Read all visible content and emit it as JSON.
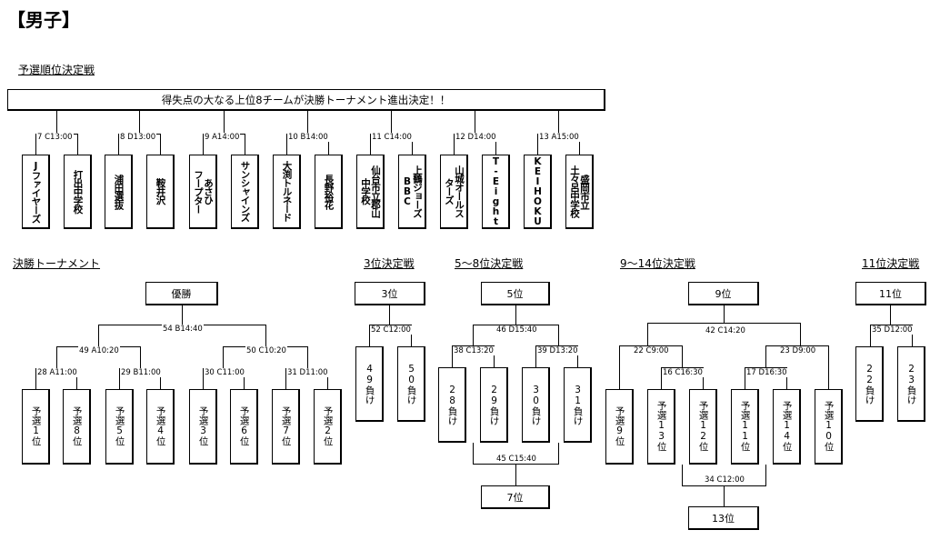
{
  "title": "【男子】",
  "prelim": {
    "heading": "予選順位決定戦",
    "banner": "得失点の大なる上位8チームが決勝トーナメント進出決定！！",
    "matches": [
      {
        "label": "7 C13:00",
        "teams": [
          "Jファイヤーズ",
          "打出中学校"
        ]
      },
      {
        "label": "8 D13:00",
        "teams": [
          "浦田選抜",
          "鞍井沢"
        ]
      },
      {
        "label": "9 A14:00",
        "teams": [
          "あさひ\nフープター",
          "サンシャインズ"
        ]
      },
      {
        "label": "10 B14:00",
        "teams": [
          "大渕トルネード",
          "長野裕花"
        ]
      },
      {
        "label": "11 C14:00",
        "teams": [
          "仙台市立郡山\n中学校",
          "上鶴ジョーズ\nBBC"
        ]
      },
      {
        "label": "12 D14:00",
        "teams": [
          "山城オールス\nターズ",
          "T-Eight"
        ]
      },
      {
        "label": "13 A15:00",
        "teams": [
          "KEIHOKU",
          "盛岡市立\n土々呂中学校"
        ]
      }
    ]
  },
  "final": {
    "heading": "決勝トーナメント",
    "champion": "優勝",
    "top": "54 B14:40",
    "semis": [
      "49 A10:20",
      "50 C10:20"
    ],
    "quarters": [
      "28 A11:00",
      "29 B11:00",
      "30 C11:00",
      "31 D11:00"
    ],
    "seeds": [
      "予選1位",
      "予選8位",
      "予選5位",
      "予選4位",
      "予選3位",
      "予選6位",
      "予選7位",
      "予選2位"
    ]
  },
  "third": {
    "heading": "3位決定戦",
    "result": "3位",
    "match": "52 C12:00",
    "teams": [
      "49負け",
      "50負け"
    ]
  },
  "fifth": {
    "heading": "5～8位決定戦",
    "result": "5位",
    "top": "46 D15:40",
    "subs": [
      "38 C13:20",
      "39 D13:20"
    ],
    "teams": [
      "28負け",
      "29負け",
      "30負け",
      "31負け"
    ],
    "bottom": "45 C15:40",
    "bottom_result": "7位"
  },
  "ninth": {
    "heading": "9～14位決定戦",
    "result": "9位",
    "top": "42 C14:20",
    "subs": [
      "22 C9:00",
      "23 D9:00"
    ],
    "subsubs": [
      "16 C16:30",
      "17 D16:30"
    ],
    "teams": [
      "予選9位",
      "予選13位",
      "予選12位",
      "予選11位",
      "予選14位",
      "予選10位"
    ],
    "bottom": "34 C12:00",
    "bottom_result": "13位"
  },
  "eleventh": {
    "heading": "11位決定戦",
    "result": "11位",
    "match": "35 D12:00",
    "teams": [
      "22負け",
      "23負け"
    ]
  }
}
